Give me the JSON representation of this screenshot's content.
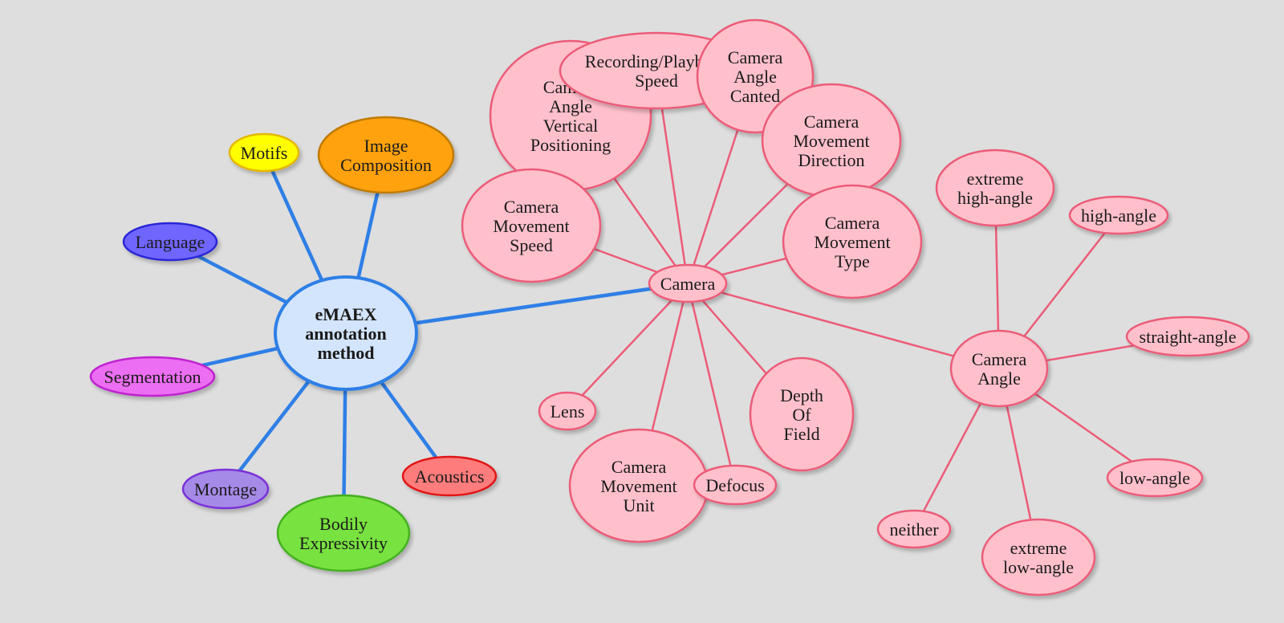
{
  "root": {
    "id": "root",
    "lines": [
      "eMAEX",
      "annotation",
      "method"
    ],
    "fill": "#d3e5fd",
    "stroke": "#2f7fe6"
  },
  "categories": [
    {
      "id": "motifs",
      "lines": [
        "Motifs"
      ],
      "fill": "#ffff00",
      "stroke": "#e3b800"
    },
    {
      "id": "image-composition",
      "lines": [
        "Image",
        "Composition"
      ],
      "fill": "#ffa20a",
      "stroke": "#c07a00"
    },
    {
      "id": "language",
      "lines": [
        "Language"
      ],
      "fill": "#6f66ff",
      "stroke": "#2c28d6"
    },
    {
      "id": "segmentation",
      "lines": [
        "Segmentation"
      ],
      "fill": "#ec6ef2",
      "stroke": "#c022d0"
    },
    {
      "id": "montage",
      "lines": [
        "Montage"
      ],
      "fill": "#a68ae8",
      "stroke": "#7a30d8"
    },
    {
      "id": "bodily-expressivity",
      "lines": [
        "Bodily",
        "Expressivity"
      ],
      "fill": "#78e23f",
      "stroke": "#44b020"
    },
    {
      "id": "acoustics",
      "lines": [
        "Acoustics"
      ],
      "fill": "#ff7c7c",
      "stroke": "#e01414"
    },
    {
      "id": "camera",
      "lines": [
        "Camera"
      ],
      "fill": "#ffc0cb",
      "stroke": "#ec5c78"
    }
  ],
  "camera_children": [
    {
      "id": "camera-angle-vertical-positioning",
      "lines": [
        "Camera",
        "Angle",
        "Vertical",
        "Positioning"
      ]
    },
    {
      "id": "recording-playback-speed",
      "lines": [
        "Recording/Playback",
        "Speed"
      ]
    },
    {
      "id": "camera-angle-canted",
      "lines": [
        "Camera",
        "Angle",
        "Canted"
      ]
    },
    {
      "id": "camera-movement-direction",
      "lines": [
        "Camera",
        "Movement",
        "Direction"
      ]
    },
    {
      "id": "camera-movement-speed",
      "lines": [
        "Camera",
        "Movement",
        "Speed"
      ]
    },
    {
      "id": "camera-movement-type",
      "lines": [
        "Camera",
        "Movement",
        "Type"
      ]
    },
    {
      "id": "lens",
      "lines": [
        "Lens"
      ]
    },
    {
      "id": "camera-movement-unit",
      "lines": [
        "Camera",
        "Movement",
        "Unit"
      ]
    },
    {
      "id": "defocus",
      "lines": [
        "Defocus"
      ]
    },
    {
      "id": "depth-of-field",
      "lines": [
        "Depth",
        "Of",
        "Field"
      ]
    },
    {
      "id": "camera-angle",
      "lines": [
        "Camera",
        "Angle"
      ]
    }
  ],
  "camera_angle_children": [
    {
      "id": "extreme-high-angle",
      "lines": [
        "extreme",
        "high-angle"
      ]
    },
    {
      "id": "high-angle",
      "lines": [
        "high-angle"
      ]
    },
    {
      "id": "straight-angle",
      "lines": [
        "straight-angle"
      ]
    },
    {
      "id": "low-angle",
      "lines": [
        "low-angle"
      ]
    },
    {
      "id": "extreme-low-angle",
      "lines": [
        "extreme",
        "low-angle"
      ]
    },
    {
      "id": "neither",
      "lines": [
        "neither"
      ]
    }
  ],
  "colors": {
    "background": "#dedede",
    "root_edge": "#2f7fe6",
    "camera_fill": "#ffc0cb",
    "camera_stroke": "#ec5c78",
    "text": "#1a1a1a"
  }
}
